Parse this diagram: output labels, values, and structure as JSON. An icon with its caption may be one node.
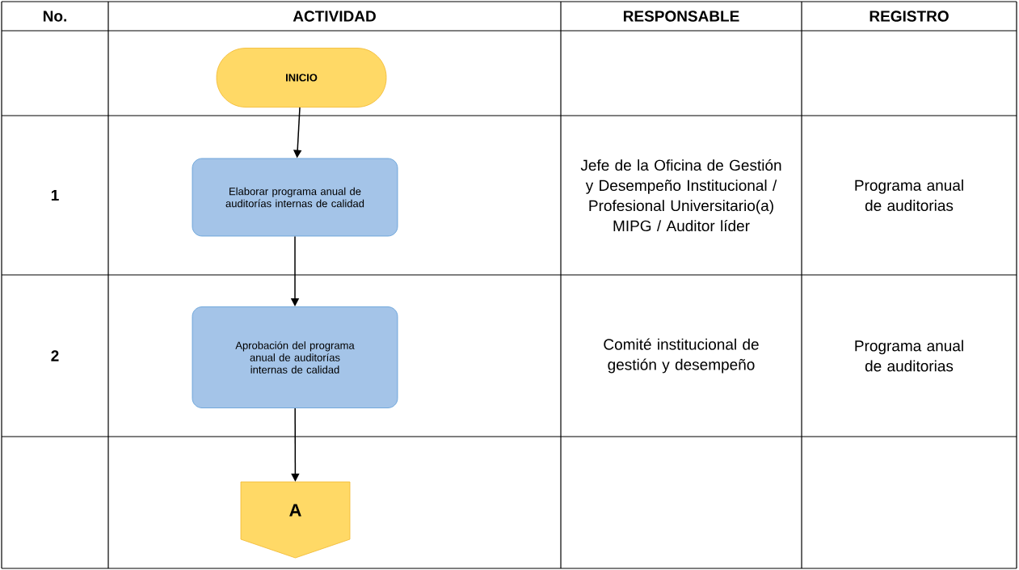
{
  "diagram": {
    "nodes": [
      {
        "text": [
          "INICIO"
        ]
      },
      {
        "text": [
          "Elaborar programa anual de auditorías internas de calidad"
        ]
      },
      {
        "text": [
          "Aprobación del programa anual de auditorías internas de calidad"
        ]
      },
      {
        "text": [
          "A"
        ]
      }
    ],
    "edges": [
      {
        "from": 0,
        "to": 1,
        "arrow": "to"
      },
      {
        "from": 1,
        "to": 2,
        "arrow": "to"
      },
      {
        "from": 2,
        "to": 3,
        "arrow": "to"
      }
    ],
    "labels": [
      "No.",
      "ACTIVIDAD",
      "RESPONSABLE",
      "REGISTRO",
      "1",
      "Jefe de la Oficina de Gestión y Desempeño Institucional / Profesional Universitario(a) MIPG / Auditor líder",
      "Programa anual de auditorias",
      "2",
      "Comité institucional de gestión y desempeño",
      "Programa anual de auditorias"
    ]
  }
}
